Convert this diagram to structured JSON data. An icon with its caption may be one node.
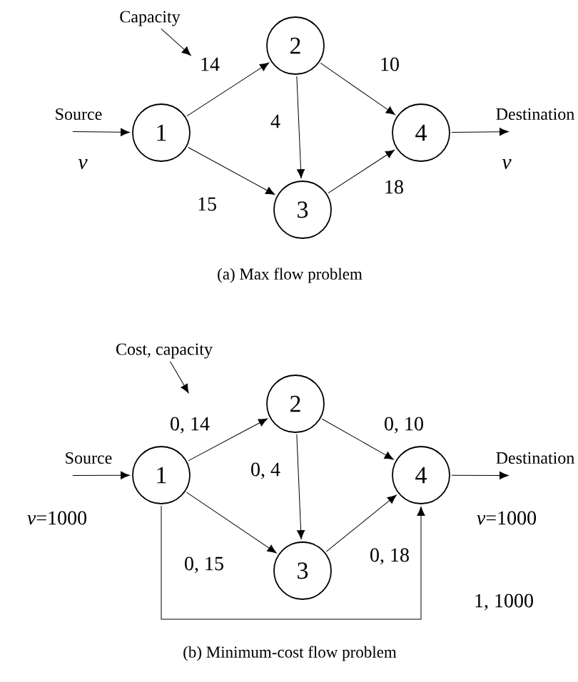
{
  "diagram": {
    "nodes": [
      {
        "text": [
          "Capacity"
        ]
      },
      {
        "text": [
          "Source"
        ]
      },
      {
        "text": [
          "1"
        ]
      },
      {
        "text": [
          "2"
        ]
      },
      {
        "text": [
          "3"
        ]
      },
      {
        "text": [
          "4"
        ]
      },
      {
        "text": [
          "Destination"
        ]
      },
      {
        "text": [
          "Cost, capacity"
        ]
      },
      {
        "text": [
          "Source"
        ]
      },
      {
        "text": [
          "1"
        ]
      },
      {
        "text": [
          "2"
        ]
      },
      {
        "text": [
          "3"
        ]
      },
      {
        "text": [
          "4"
        ]
      },
      {
        "text": [
          "Destination"
        ]
      }
    ],
    "edges": [
      {
        "from": 0,
        "to": null,
        "arrow": "to"
      },
      {
        "from": 1,
        "to": 2,
        "arrow": "to"
      },
      {
        "from": 2,
        "to": 3,
        "arrow": "to",
        "label": "14"
      },
      {
        "from": 3,
        "to": 4,
        "arrow": "to",
        "label": "4"
      },
      {
        "from": 3,
        "to": 5,
        "arrow": "to",
        "label": "10"
      },
      {
        "from": 2,
        "to": 4,
        "arrow": "to",
        "label": "15"
      },
      {
        "from": 4,
        "to": 5,
        "arrow": "to",
        "label": "18"
      },
      {
        "from": 5,
        "to": 6,
        "arrow": "to"
      },
      {
        "from": 7,
        "to": null,
        "arrow": "to"
      },
      {
        "from": 8,
        "to": 9,
        "arrow": "to"
      },
      {
        "from": 9,
        "to": 10,
        "arrow": "to",
        "label": "0, 14"
      },
      {
        "from": 10,
        "to": 11,
        "arrow": "to",
        "label": "0, 4"
      },
      {
        "from": 10,
        "to": 12,
        "arrow": "to",
        "label": "0, 10"
      },
      {
        "from": 9,
        "to": 11,
        "arrow": "to",
        "label": "0, 15"
      },
      {
        "from": 11,
        "to": 12,
        "arrow": "to",
        "label": "0, 18"
      },
      {
        "from": 12,
        "to": 13,
        "arrow": "to"
      },
      {
        "from": 9,
        "to": 12,
        "arrow": "to",
        "label": "1, 1000"
      }
    ],
    "labels": [
      "v",
      "v",
      "(a) Max flow problem",
      "*v*=1000",
      "*v*=1000",
      "(b) Minimum-cost flow problem"
    ]
  }
}
